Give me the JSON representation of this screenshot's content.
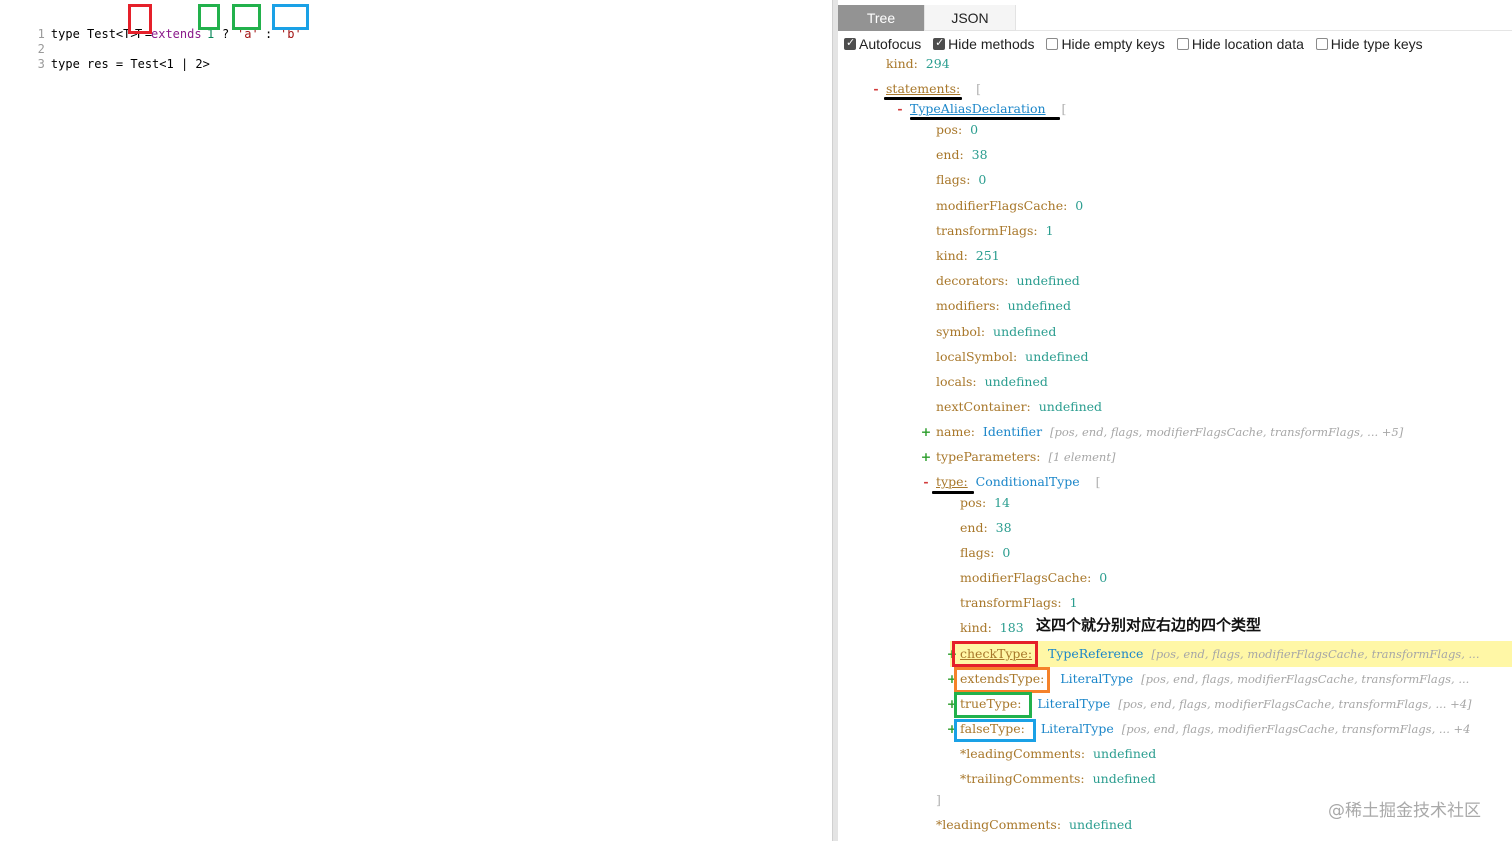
{
  "editor": {
    "line_numbers": [
      "1",
      "2",
      "3"
    ],
    "line1": {
      "prefix": "type Test<T> = ",
      "check": "T",
      "extends": "extends",
      "one": "1",
      "q": "?",
      "a": "'a'",
      "colon": ":",
      "b": "'b'"
    },
    "line3": {
      "text": "type res = Test<1 | 2>"
    }
  },
  "tabs": {
    "tree": "Tree",
    "json": "JSON"
  },
  "options": [
    {
      "label": "Autofocus",
      "checked": true
    },
    {
      "label": "Hide methods",
      "checked": true
    },
    {
      "label": "Hide empty keys",
      "checked": false
    },
    {
      "label": "Hide location data",
      "checked": false
    },
    {
      "label": "Hide type keys",
      "checked": false
    }
  ],
  "tree": {
    "kind_top": {
      "key": "kind:",
      "value": "294"
    },
    "statements": {
      "key": "statements:",
      "bracket": "["
    },
    "type_alias": {
      "name": "TypeAliasDeclaration",
      "bracket": "["
    },
    "props": [
      {
        "key": "pos:",
        "value": "0"
      },
      {
        "key": "end:",
        "value": "38"
      },
      {
        "key": "flags:",
        "value": "0"
      },
      {
        "key": "modifierFlagsCache:",
        "value": "0"
      },
      {
        "key": "transformFlags:",
        "value": "1"
      },
      {
        "key": "kind:",
        "value": "251"
      },
      {
        "key": "decorators:",
        "value": "undefined"
      },
      {
        "key": "modifiers:",
        "value": "undefined"
      },
      {
        "key": "symbol:",
        "value": "undefined"
      },
      {
        "key": "localSymbol:",
        "value": "undefined"
      },
      {
        "key": "locals:",
        "value": "undefined"
      },
      {
        "key": "nextContainer:",
        "value": "undefined"
      }
    ],
    "name_row": {
      "key": "name:",
      "type": "Identifier",
      "summary": "[pos, end, flags, modifierFlagsCache, transformFlags, ... +5]"
    },
    "type_params_row": {
      "key": "typeParameters:",
      "summary": "[1 element]"
    },
    "type_row": {
      "key": "type:",
      "type": "ConditionalType",
      "bracket": "["
    },
    "cond_props": [
      {
        "key": "pos:",
        "value": "14"
      },
      {
        "key": "end:",
        "value": "38"
      },
      {
        "key": "flags:",
        "value": "0"
      },
      {
        "key": "modifierFlagsCache:",
        "value": "0"
      },
      {
        "key": "transformFlags:",
        "value": "1"
      },
      {
        "key": "kind:",
        "value": "183"
      }
    ],
    "annotation": "这四个就分别对应右边的四个类型",
    "children": [
      {
        "key": "checkType:",
        "type": "TypeReference",
        "summary": "[pos, end, flags, modifierFlagsCache, transformFlags, ..."
      },
      {
        "key": "extendsType:",
        "type": "LiteralType",
        "summary": "[pos, end, flags, modifierFlagsCache, transformFlags, ..."
      },
      {
        "key": "trueType:",
        "type": "LiteralType",
        "summary": "[pos, end, flags, modifierFlagsCache, transformFlags, ... +4]"
      },
      {
        "key": "falseType:",
        "type": "LiteralType",
        "summary": "[pos, end, flags, modifierFlagsCache, transformFlags, ... +4"
      }
    ],
    "leading_inner": {
      "key": "*leadingComments:",
      "value": "undefined"
    },
    "trailing_inner": {
      "key": "*trailingComments:",
      "value": "undefined"
    },
    "close_bracket": "]",
    "leading_outer": {
      "key": "*leadingComments:",
      "value": "undefined"
    }
  },
  "toggles": {
    "minus": "-",
    "plus": "+"
  },
  "watermark": "@稀土掘金技术社区"
}
